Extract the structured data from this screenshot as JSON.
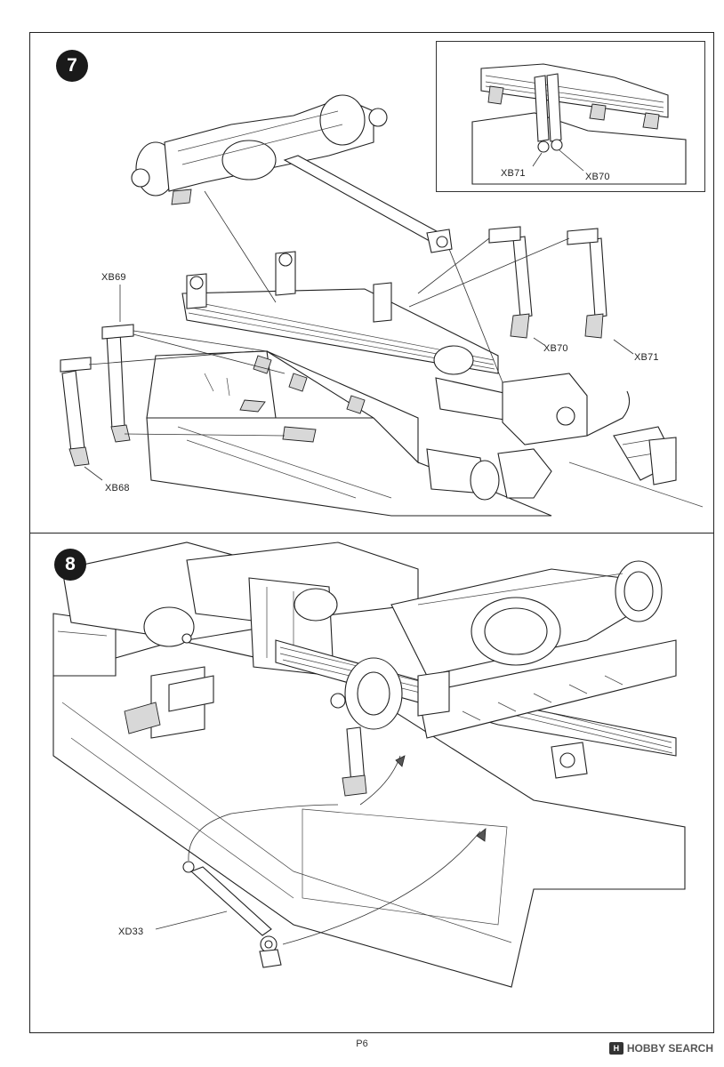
{
  "page_number": "P6",
  "steps": [
    {
      "number": "7"
    },
    {
      "number": "8"
    }
  ],
  "step7": {
    "inset_labels": {
      "left": "XB71",
      "right": "XB70"
    },
    "labels": {
      "xb69": "XB69",
      "xb68": "XB68",
      "xb70": "XB70",
      "xb71": "XB71"
    }
  },
  "step8": {
    "labels": {
      "xd33": "XD33"
    }
  },
  "watermark": {
    "badge": "H",
    "text": "HOBBY SEARCH"
  }
}
